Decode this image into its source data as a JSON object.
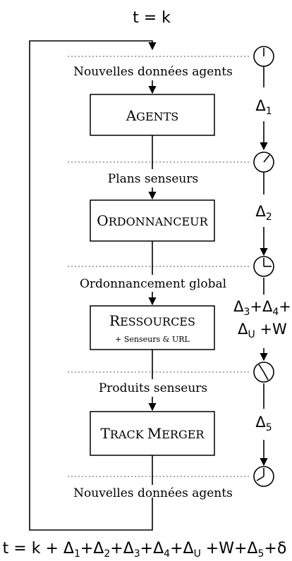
{
  "top_formula": "t = k",
  "bottom_formula": {
    "prefix": "t = k + Δ",
    "subs": [
      "1",
      "2",
      "3",
      "4",
      "U",
      "5"
    ],
    "full": "t = k + Δ1+Δ2+Δ3+Δ4+ΔU +W+Δ5+δ"
  },
  "flow_labels": [
    "Nouvelles données agents",
    "Plans senseurs",
    "Ordonnancement global",
    "Produits senseurs",
    "Nouvelles données agents"
  ],
  "boxes": [
    {
      "title_cap": "A",
      "title_rest": "GENTS"
    },
    {
      "title_cap": "O",
      "title_rest": "RDONNANCEUR"
    },
    {
      "title_cap": "R",
      "title_rest": "ESSOURCES",
      "subtitle": "+ Senseurs & URL"
    },
    {
      "title_cap": "T",
      "title_rest": "RACK ",
      "title_cap2": "M",
      "title_rest2": "ERGER"
    }
  ],
  "delays": [
    {
      "lines": [
        [
          "Δ",
          "1",
          ""
        ]
      ]
    },
    {
      "lines": [
        [
          "Δ",
          "2",
          ""
        ]
      ]
    },
    {
      "lines": [
        [
          "Δ",
          "3",
          "+"
        ],
        [
          "Δ",
          "4",
          "+"
        ]
      ],
      "line2": [
        [
          "Δ",
          "U",
          " +W"
        ]
      ]
    },
    {
      "lines": [
        [
          "Δ",
          "5",
          ""
        ]
      ]
    }
  ],
  "clock_icons": [
    "clock-12",
    "clock-2",
    "clock-3",
    "clock-5",
    "clock-8"
  ]
}
